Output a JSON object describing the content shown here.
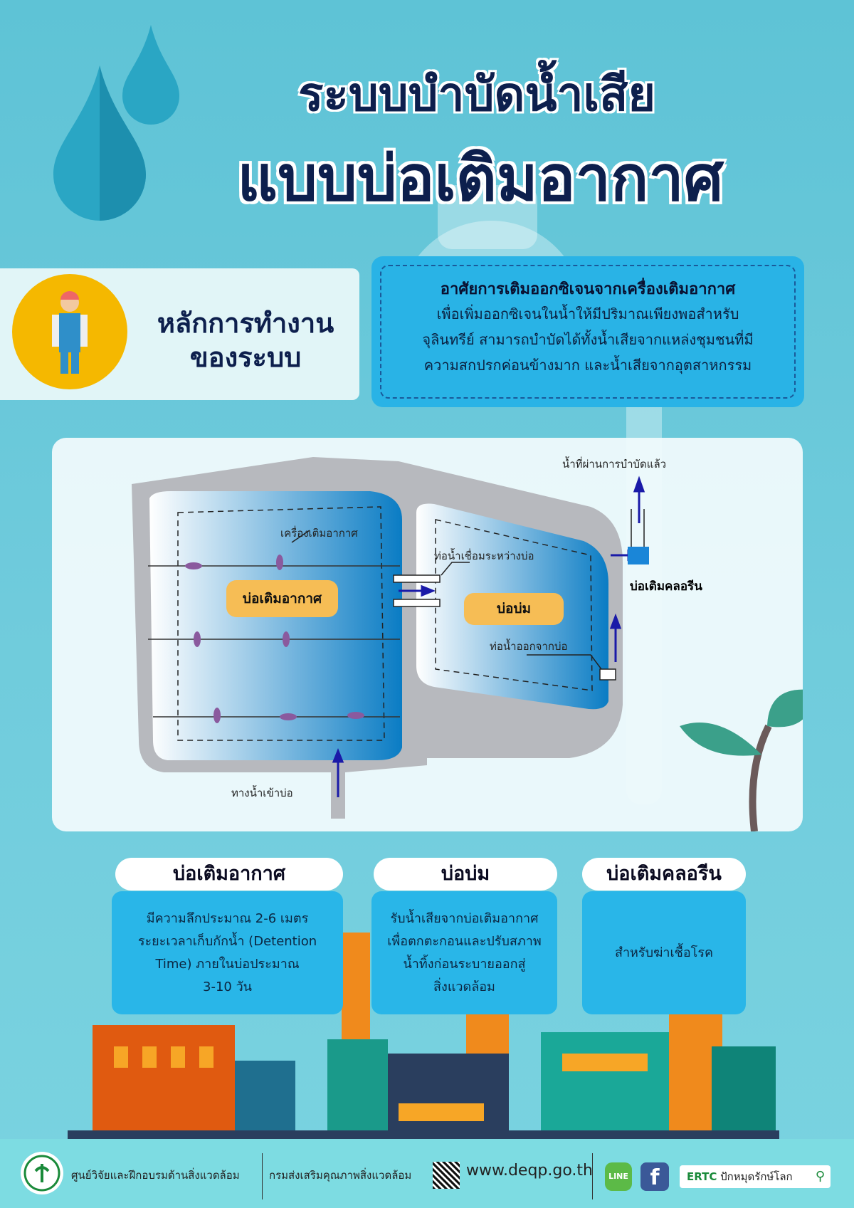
{
  "title": {
    "line1": "ระบบบำบัดน้ำเสีย",
    "line2": "แบบบ่อเติมอากาศ"
  },
  "principle": {
    "line1": "หลักการทำงาน",
    "line2": "ของระบบ"
  },
  "info": {
    "heading": "อาศัยการเติมออกซิเจนจากเครื่องเติมอากาศ",
    "lines": [
      "เพื่อเพิ่มออกซิเจนในน้ำให้มีปริมาณเพียงพอสำหรับ",
      "จุลินทรีย์ สามารถบำบัดได้ทั้งน้ำเสียจากแหล่งชุมชนที่มี",
      "ความสกปรกค่อนข้างมาก และน้ำเสียจากอุตสาหกรรม"
    ]
  },
  "diagram": {
    "aerator_label": "เครื่องเติมอากาศ",
    "aeration_pond": "บ่อเติมอากาศ",
    "connect_pipe": "ท่อน้ำเชื่อมระหว่างบ่อ",
    "maturation_pond": "บ่อบ่ม",
    "outlet_pipe": "ท่อน้ำออกจากบ่อ",
    "chlorine_pond": "บ่อเติมคลอรีน",
    "treated_water": "น้ำที่ผ่านการบำบัดแล้ว",
    "inlet": "ทางน้ำเข้าบ่อ"
  },
  "cards": [
    {
      "title": "บ่อเติมอากาศ",
      "lines": [
        "มีความลึกประมาณ 2-6 เมตร",
        "ระยะเวลาเก็บกักน้ำ (Detention",
        "Time) ภายในบ่อประมาณ",
        "3-10 วัน"
      ]
    },
    {
      "title": "บ่อบ่ม",
      "lines": [
        "รับน้ำเสียจากบ่อเติมอากาศ",
        "เพื่อตกตะกอนและปรับสภาพ",
        "น้ำทิ้งก่อนระบายออกสู่",
        "สิ่งแวดล้อม"
      ]
    },
    {
      "title": "บ่อเติมคลอรีน",
      "lines": [
        "สำหรับฆ่าเชื้อโรค"
      ]
    }
  ],
  "footer": {
    "center": "ศูนย์วิจัยและฝึกอบรมด้านสิ่งแวดล้อม",
    "dept": "กรมส่งเสริมคุณภาพสิ่งแวดล้อม",
    "url": "www.deqp.go.th",
    "line": "LINE",
    "facebook": "f",
    "search_brand": "ERTC",
    "search_text": "ปักหมุดรักษ์โลก"
  },
  "colors": {
    "navy": "#0d1f4d",
    "blue_box": "#29b3e6",
    "badge": "#f6bd55",
    "arrow": "#1a1aa8"
  }
}
